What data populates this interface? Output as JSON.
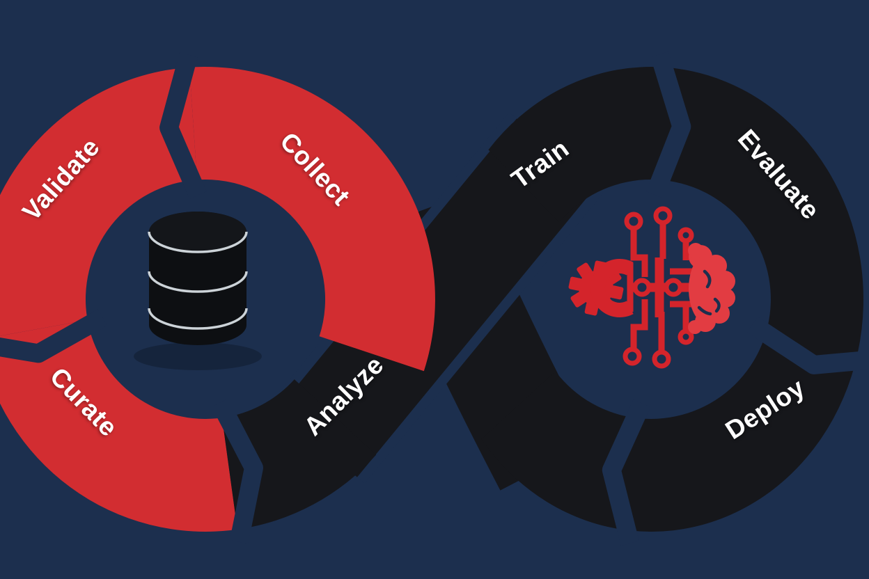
{
  "diagram": {
    "title": "data-ml-infinity-loop",
    "background_color": "#1c2f4e",
    "text_color": "#ffffff",
    "left_loop": {
      "center_icon": "database-icon",
      "segment_color_red": "#d22d31",
      "segments": [
        {
          "label": "Collect",
          "color": "#d22d31"
        },
        {
          "label": "Validate",
          "color": "#d22d31"
        },
        {
          "label": "Curate",
          "color": "#d22d31"
        },
        {
          "label": "Analyze",
          "color": "#16171b"
        }
      ]
    },
    "right_loop": {
      "center_icon": "ai-brain-circuit-icon",
      "segment_color_black": "#16171b",
      "segments": [
        {
          "label": "Train",
          "color": "#16171b"
        },
        {
          "label": "Evaluate",
          "color": "#16171b"
        },
        {
          "label": "Deploy",
          "color": "#16171b"
        }
      ]
    },
    "icon_colors": {
      "database_body": "#0d0f12",
      "database_lines": "#ccd3d8",
      "database_top_face": "#14161a",
      "ai_red": "#d4242b",
      "brain_red": "#e23c42"
    }
  }
}
